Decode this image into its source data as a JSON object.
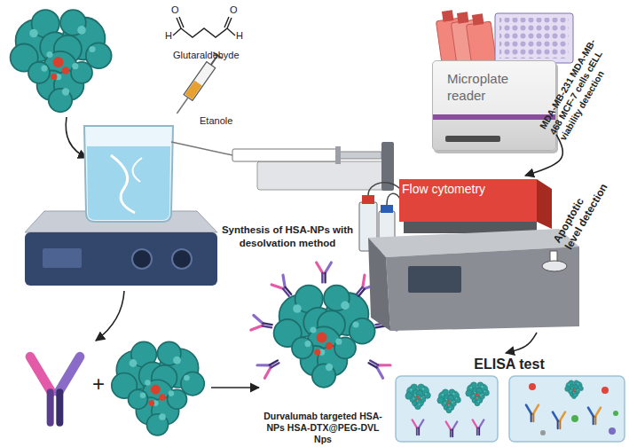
{
  "diagram": {
    "nodes": [
      {
        "text": [
          "Microplate reader"
        ]
      },
      {
        "text": [
          "Flow cytometry"
        ]
      },
      {
        "text": [
          "ELISA test"
        ]
      },
      {
        "text": [
          "Durvalumab targeted HSA-NPs HSA-DTX@PEG-DVL Nps"
        ]
      }
    ],
    "edges": [
      {
        "from": 0,
        "to": 1,
        "arrow": "to"
      },
      {
        "from": 1,
        "to": 2,
        "arrow": "to"
      }
    ],
    "labels": [
      "O",
      "H",
      "O",
      "H",
      "Glutaraldehyde",
      "Etanole",
      "Synthesis of HSA-NPs with desolvation method",
      "MDA-MB-231 MDA-MB-468 MCF-7 cells cELL viability detection",
      "Apoptotic level detection",
      "+"
    ]
  }
}
